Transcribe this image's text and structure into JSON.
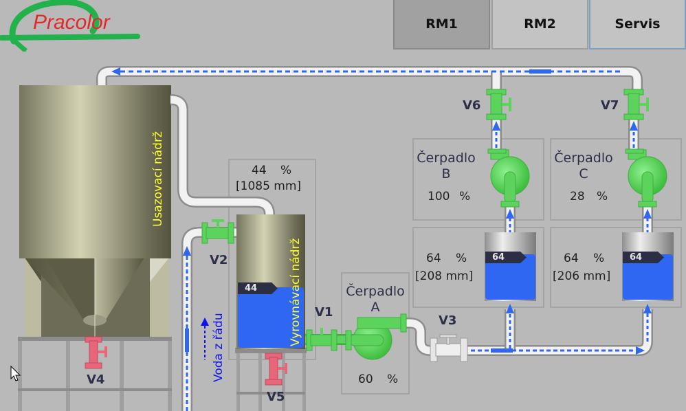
{
  "header": {
    "logo_text": "Pracolor",
    "nav_buttons": [
      {
        "label": "RM1",
        "active": true
      },
      {
        "label": "RM2",
        "active": false
      },
      {
        "label": "Servis",
        "active": false
      }
    ]
  },
  "tanks": {
    "settling": {
      "label": "Usazovací nádrž"
    },
    "equalizing": {
      "label": "Vyrovnávací nádrž",
      "level_percent": "44",
      "percent_unit": "%",
      "level_mm": "[1085 mm]",
      "tag": "44",
      "fill_fraction": 0.44
    },
    "tank_b": {
      "level_percent": "64",
      "percent_unit": "%",
      "level_mm": "[208 mm]",
      "tag": "64",
      "fill_fraction": 0.64
    },
    "tank_c": {
      "level_percent": "64",
      "percent_unit": "%",
      "level_mm": "[206 mm]",
      "tag": "64",
      "fill_fraction": 0.64
    }
  },
  "pumps": {
    "a": {
      "name_line1": "Čerpadlo",
      "name_line2": "A",
      "speed": "60",
      "unit": "%"
    },
    "b": {
      "name_line1": "Čerpadlo",
      "name_line2": "B",
      "speed": "100",
      "unit": "%"
    },
    "c": {
      "name_line1": "Čerpadlo",
      "name_line2": "C",
      "speed": "28",
      "unit": "%"
    }
  },
  "valves": {
    "v1": {
      "label": "V1",
      "state": "open"
    },
    "v2": {
      "label": "V2",
      "state": "open"
    },
    "v3": {
      "label": "V3",
      "state": "neutral"
    },
    "v4": {
      "label": "V4",
      "state": "closed"
    },
    "v5": {
      "label": "V5",
      "state": "closed"
    },
    "v6": {
      "label": "V6",
      "state": "open"
    },
    "v7": {
      "label": "V7",
      "state": "open"
    }
  },
  "inlet": {
    "label": "Voda z řádu"
  },
  "colors": {
    "open_valve": "#5cd35c",
    "closed_valve": "#e8667a",
    "water": "#2f66f2",
    "flow_arrow": "#2f66f2",
    "tank_label": "#ffff30",
    "logo_text": "#e02a2a",
    "logo_swoosh": "#22b24c"
  }
}
